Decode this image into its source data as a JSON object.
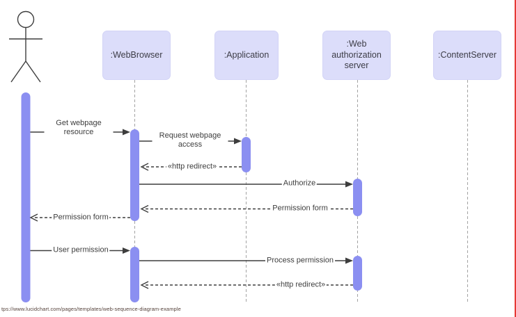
{
  "diagram": {
    "type": "uml-sequence-diagram",
    "actor_icon": "stick-figure-actor"
  },
  "lifelines": [
    {
      "id": "webbrowser",
      "label": ":WebBrowser"
    },
    {
      "id": "application",
      "label": ":Application"
    },
    {
      "id": "authserver",
      "label": ":Web authorization server"
    },
    {
      "id": "contentserver",
      "label": ":ContentServer"
    }
  ],
  "messages": [
    {
      "from": "actor",
      "to": "webbrowser",
      "label": "Get webpage resource",
      "line": "solid"
    },
    {
      "from": "webbrowser",
      "to": "application",
      "label": "Request webpage access",
      "line": "solid"
    },
    {
      "from": "application",
      "to": "webbrowser",
      "label": "«http redirect»",
      "line": "dashed"
    },
    {
      "from": "webbrowser",
      "to": "authserver",
      "label": "Authorize",
      "line": "solid"
    },
    {
      "from": "authserver",
      "to": "webbrowser",
      "label": "Permission form",
      "line": "dashed"
    },
    {
      "from": "webbrowser",
      "to": "actor",
      "label": "Permission form",
      "line": "dashed"
    },
    {
      "from": "actor",
      "to": "webbrowser",
      "label": "User permission",
      "line": "solid"
    },
    {
      "from": "webbrowser",
      "to": "authserver",
      "label": "Process permission",
      "line": "solid"
    },
    {
      "from": "authserver",
      "to": "webbrowser",
      "label": "«http redirect»",
      "line": "dashed"
    }
  ],
  "footer": {
    "url": "tps://www.lucidchart.com/pages/templates/web-sequence-diagram-example"
  },
  "colors": {
    "lifeline_header_fill": "#dcddfa",
    "activation_bar_fill": "#8b8ff1",
    "message_line": "#3d3d3d",
    "lifeline_dash": "#a3a3a3",
    "right_edge_line": "#e53935",
    "footer_url_text": "#54413a"
  }
}
